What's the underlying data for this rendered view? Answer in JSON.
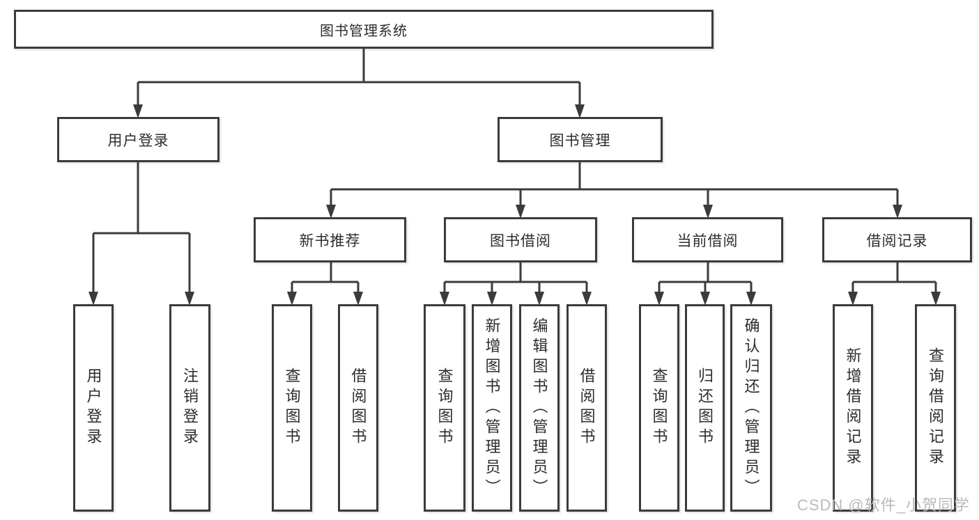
{
  "diagram": {
    "root": {
      "label": "图书管理系统",
      "children": [
        {
          "label": "用户登录",
          "children": [
            {
              "label": "用户登录"
            },
            {
              "label": "注销登录"
            }
          ]
        },
        {
          "label": "图书管理",
          "children": [
            {
              "label": "新书推荐",
              "children": [
                {
                  "label": "查询图书"
                },
                {
                  "label": "借阅图书"
                }
              ]
            },
            {
              "label": "图书借阅",
              "children": [
                {
                  "label": "查询图书"
                },
                {
                  "label": "新增图书（管理员）"
                },
                {
                  "label": "编辑图书（管理员）"
                },
                {
                  "label": "借阅图书"
                }
              ]
            },
            {
              "label": "当前借阅",
              "children": [
                {
                  "label": "查询图书"
                },
                {
                  "label": "归还图书"
                },
                {
                  "label": "确认归还（管理员）"
                }
              ]
            },
            {
              "label": "借阅记录",
              "children": [
                {
                  "label": "新增借阅记录"
                },
                {
                  "label": "查询借阅记录"
                }
              ]
            }
          ]
        }
      ]
    },
    "watermark": "CSDN @软件_小贺同学",
    "colors": {
      "line": "#3b3b3b",
      "node_border": "#3b3b3b",
      "node_bg": "#ffffff",
      "text": "#2d2d2d",
      "watermark": "#b6b6b6",
      "background": "#ffffff"
    }
  }
}
